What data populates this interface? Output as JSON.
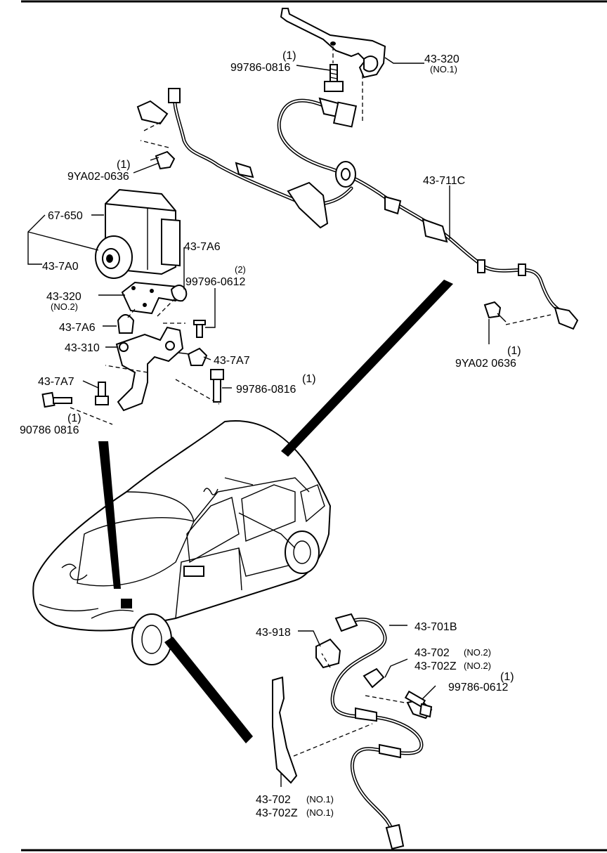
{
  "labels": {
    "top_bolt_qty": "(1)",
    "top_bolt": "99786-0816",
    "bracket_no1": "43-320",
    "bracket_no1_note": "(NO.1)",
    "bolt_9ya_top_qty": "(1)",
    "bolt_9ya_top": "9YA02-0636",
    "hydraulic_unit": "67-650",
    "abs_unit": "43-7A0",
    "harness": "43-711C",
    "insulator_upper": "43-7A6",
    "bolt_99796_qty": "(2)",
    "bolt_99796": "99796-0612",
    "bracket_no2": "43-320",
    "bracket_no2_note": "(NO.2)",
    "insulator_lower": "43-7A6",
    "mount_bracket": "43-310",
    "nut_right": "43-7A7",
    "nut_left": "43-7A7",
    "bolt_99786_mid_qty": "(1)",
    "bolt_99786_mid": "99786-0816",
    "bolt_90786_qty": "(1)",
    "bolt_90786": "90786 0816",
    "bolt_9ya_right_qty": "(1)",
    "bolt_9ya_right": "9YA02 0636",
    "sensor_front": "43-701B",
    "sensor_rotor": "43-918",
    "clip_no2_a": "43-702",
    "clip_no2_a_note": "(NO.2)",
    "clip_no2_b": "43-702Z",
    "clip_no2_b_note": "(NO.2)",
    "bolt_bottom_qty": "(1)",
    "bolt_bottom": "99786-0612",
    "clip_no1_a": "43-702",
    "clip_no1_a_note": "(NO.1)",
    "clip_no1_b": "43-702Z",
    "clip_no1_b_note": "(NO.1)"
  }
}
